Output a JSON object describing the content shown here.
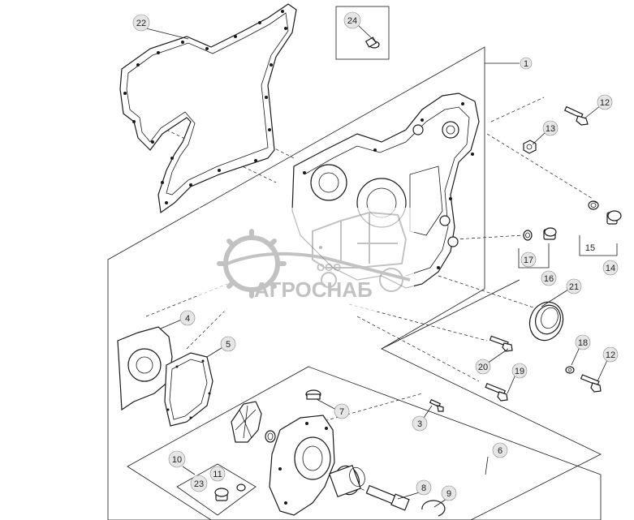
{
  "callouts": {
    "c1": "1",
    "c3": "3",
    "c4": "4",
    "c5": "5",
    "c6": "6",
    "c7": "7",
    "c8": "8",
    "c9": "9",
    "c10": "10",
    "c11": "11",
    "c12a": "12",
    "c12b": "12",
    "c13": "13",
    "c14": "14",
    "c15": "15",
    "c16": "16",
    "c17": "17",
    "c18": "18",
    "c19": "19",
    "c20": "20",
    "c21": "21",
    "c22": "22",
    "c23": "23",
    "c24": "24"
  },
  "watermark": {
    "prefix": "ООО",
    "name": "АГРОСНАБ"
  },
  "colors": {
    "line": "#1a1a1a",
    "bubble": "#e6e6e6",
    "watermark": "#b5b5b5"
  }
}
